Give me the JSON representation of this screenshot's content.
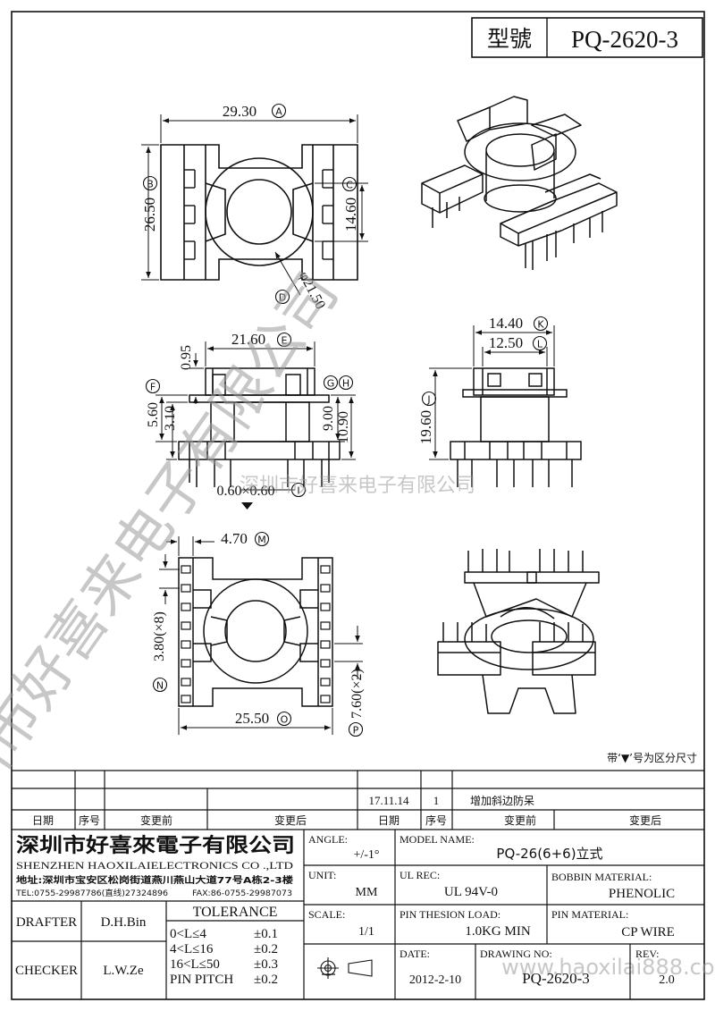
{
  "header": {
    "model_label": "型號",
    "model_value": "PQ-2620-3"
  },
  "dimensions": {
    "a": "29.30",
    "a_tag": "A",
    "b": "26.50",
    "b_tag": "B",
    "c": "14.60",
    "c_tag": "C",
    "d": "φ21.50",
    "d_tag": "D",
    "e": "21.60",
    "e_tag": "E",
    "e_small": "0.95",
    "f": "5.60",
    "f_tag": "F",
    "f_small": "3.10",
    "g_tag": "G",
    "h_tag": "H",
    "h1": "9.00",
    "h2": "10.90",
    "i": "0.60×0.60",
    "i_tag": "I",
    "j": "19.60",
    "j_tag": "J",
    "k": "14.40",
    "k_tag": "K",
    "l": "12.50",
    "l_tag": "L",
    "m": "4.70",
    "m_tag": "M",
    "n": "3.80(×8)",
    "n_tag": "N",
    "o": "25.50",
    "o_tag": "O",
    "p": "7.60(×2)",
    "p_tag": "P"
  },
  "note": "带‘▼’号为区分尺寸",
  "watermark": {
    "vertical": "深圳市好喜来电子有限公司",
    "center": "深圳市好喜来电子有限公司",
    "url": "www.haoxilai888.com"
  },
  "revision_table": {
    "headers": [
      "日期",
      "序号",
      "变更前",
      "变更后",
      "日期",
      "序号",
      "变更前",
      "变更后"
    ],
    "rows": [
      {
        "date": "17.11.14",
        "no": "1",
        "change": "增加斜边防呆"
      }
    ]
  },
  "company": {
    "name_cn": "深圳市好喜來電子有限公司",
    "name_en": "SHENZHEN HAOXILAIELECTRONICS CO .,LTD",
    "address": "地址:深圳市宝安区松岗街道燕川燕山大道77号A栋2-3楼",
    "tel": "TEL:0755-29987786(直线)27324896",
    "fax": "FAX:86-0755-29987073"
  },
  "titleblock": {
    "angle_label": "ANGLE:",
    "angle_value": "+/-1°",
    "model_name_label": "MODEL NAME:",
    "model_name_value": "PQ-26(6+6)立式",
    "unit_label": "UNIT:",
    "unit_value": "MM",
    "ul_label": "UL REC:",
    "ul_value": "UL 94V-0",
    "bobbin_label": "BOBBIN MATERIAL:",
    "bobbin_value": "PHENOLIC",
    "scale_label": "SCALE:",
    "scale_value": "1/1",
    "pin_tension_label": "PIN THESION LOAD:",
    "pin_tension_value": "1.0KG MIN",
    "pin_material_label": "PIN MATERIAL:",
    "pin_material_value": "CP  WIRE",
    "date_label": "DATE:",
    "date_value": "2012-2-10",
    "drawing_no_label": "DRAWING NO:",
    "drawing_no_value": "PQ-2620-3",
    "rev_label": "REV:",
    "rev_value": "2.0",
    "drafter_label": "DRAFTER",
    "drafter_value": "D.H.Bin",
    "checker_label": "CHECKER",
    "checker_value": "L.W.Ze",
    "tolerance_label": "TOLERANCE",
    "tolerance": [
      {
        "range": "0<L≤4",
        "value": "±0.1"
      },
      {
        "range": "4<L≤16",
        "value": "±0.2"
      },
      {
        "range": "16<L≤50",
        "value": "±0.3"
      },
      {
        "range": "PIN PITCH",
        "value": "±0.2"
      }
    ]
  }
}
